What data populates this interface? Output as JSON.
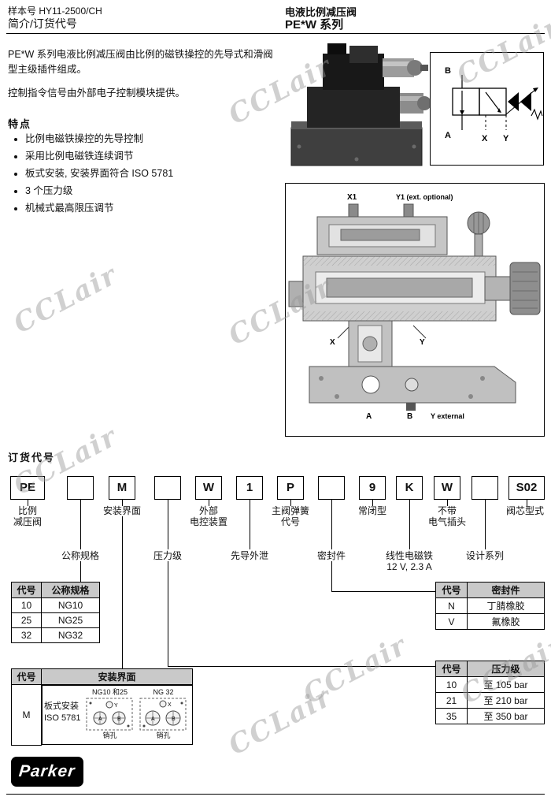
{
  "page": {
    "doc_number": "样本号 HY11-2500/CH",
    "section": "简介/订货代号",
    "title": "电液比例减压阀",
    "series": "PE*W 系列"
  },
  "intro": {
    "para1": "PE*W 系列电液比例减压阀由比例的磁铁操控的先导式和滑阀型主级插件组成。",
    "para2": "控制指令信号由外部电子控制模块提供。"
  },
  "features": {
    "title": "特点",
    "items": [
      "比例电磁铁操控的先导控制",
      "采用比例电磁铁连续调节",
      "板式安装, 安装界面符合 ISO 5781",
      "3 个压力级",
      "机械式最高限压调节"
    ]
  },
  "symbol": {
    "b": "B",
    "a": "A",
    "x": "X",
    "y": "Y"
  },
  "cross_section": {
    "x1": "X1",
    "y1": "Y1 (ext. optional)",
    "x": "X",
    "y": "Y",
    "a": "A",
    "b": "B",
    "y_external": "Y external"
  },
  "ordering": {
    "title": "订货代号",
    "boxes": [
      "PE",
      "",
      "M",
      "",
      "W",
      "1",
      "P",
      "",
      "9",
      "K",
      "W",
      "",
      "S02"
    ],
    "labels": {
      "pe": [
        "比例",
        "减压阀"
      ],
      "nominal_size": "公称规格",
      "mounting": "安装界面",
      "pressure_class": "压力级",
      "external_control": [
        "外部",
        "电控装置"
      ],
      "pilot_drain": "先导外泄",
      "spring": [
        "主阀弹簧",
        "代号"
      ],
      "seals": "密封件",
      "normally_closed": "常闭型",
      "solenoid": [
        "线性电磁铁",
        "12 V, 2.3 A"
      ],
      "no_plug": [
        "不带",
        "电气插头"
      ],
      "design_series": "设计系列",
      "spool_type": "阀芯型式"
    }
  },
  "tables": {
    "nominal_size": {
      "headers": [
        "代号",
        "公称规格"
      ],
      "rows": [
        [
          "10",
          "NG10"
        ],
        [
          "25",
          "NG25"
        ],
        [
          "32",
          "NG32"
        ]
      ]
    },
    "seals": {
      "headers": [
        "代号",
        "密封件"
      ],
      "rows": [
        [
          "N",
          "丁腈橡胶"
        ],
        [
          "V",
          "氟橡胶"
        ]
      ]
    },
    "pressure_class": {
      "headers": [
        "代号",
        "压力级"
      ],
      "rows": [
        [
          "10",
          "至 105 bar"
        ],
        [
          "21",
          "至 210 bar"
        ],
        [
          "35",
          "至 350 bar"
        ]
      ]
    },
    "mounting": {
      "headers": [
        "代号",
        "安装界面"
      ],
      "code": "M",
      "text": [
        "板式安装",
        "ISO 5781"
      ],
      "pin_label": "销孔",
      "diagrams": [
        {
          "label": "NG10 和25",
          "ports": [
            "A",
            "B",
            "Y"
          ]
        },
        {
          "label": "NG 32",
          "ports": [
            "A",
            "B",
            "X"
          ]
        }
      ]
    }
  },
  "watermark": {
    "text": "CCLair"
  },
  "footer": {
    "logo": "Parker"
  }
}
